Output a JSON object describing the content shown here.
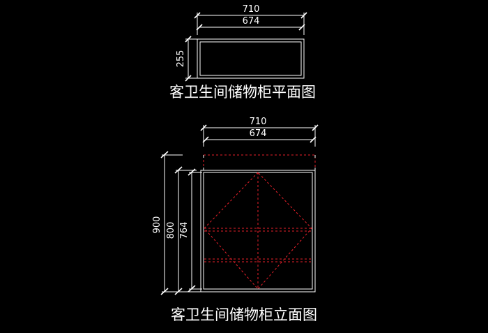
{
  "plan_view": {
    "caption": "客卫生间储物柜平面图",
    "dim_outer_width": "710",
    "dim_inner_width": "674",
    "dim_depth": "255"
  },
  "elevation_view": {
    "caption": "客卫生间储物柜立面图",
    "dim_outer_width": "710",
    "dim_inner_width": "674",
    "dim_total_height": "900",
    "dim_body_height": "800",
    "dim_inner_height": "764"
  },
  "colors": {
    "background": "#000000",
    "line": "#ffffff",
    "hidden_line": "#e8202a"
  }
}
